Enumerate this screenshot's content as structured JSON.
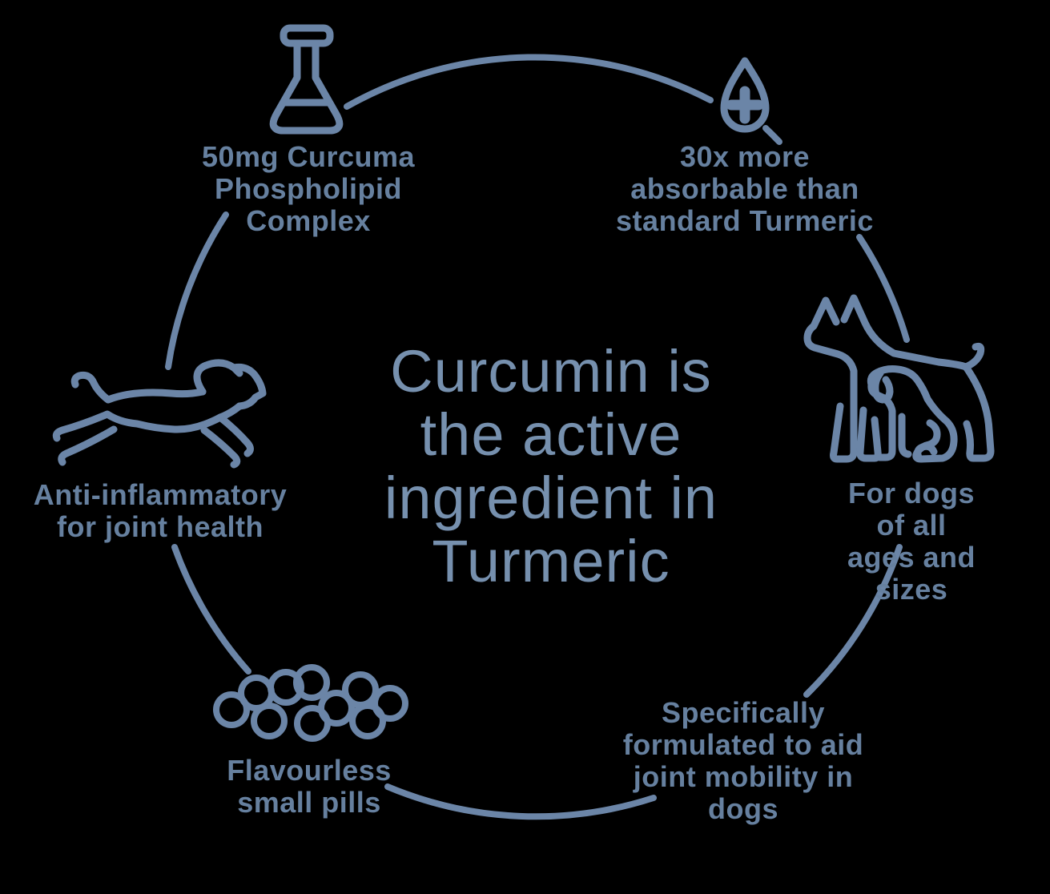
{
  "background": "#000000",
  "accent": "#6b85a7",
  "label_color": "#66809f",
  "center": {
    "text": "Curcumin is\nthe active\ningredient in\nTurmeric"
  },
  "items": [
    {
      "id": "complex",
      "icon": "flask-icon",
      "label": "50mg Curcuma\nPhospholipid\nComplex"
    },
    {
      "id": "absorbable",
      "icon": "droplet-plus-icon",
      "label": "30x more\nabsorbable than\nstandard Turmeric"
    },
    {
      "id": "all-dogs",
      "icon": "dogs-icon",
      "label": "For dogs of all\nages and sizes"
    },
    {
      "id": "formulated",
      "icon": "none",
      "label": "Specifically\nformulated to aid\njoint mobility in\ndogs"
    },
    {
      "id": "pills",
      "icon": "pills-icon",
      "label": "Flavourless\nsmall pills"
    },
    {
      "id": "joint",
      "icon": "running-dog-icon",
      "label": "Anti-inflammatory\nfor joint health"
    }
  ]
}
